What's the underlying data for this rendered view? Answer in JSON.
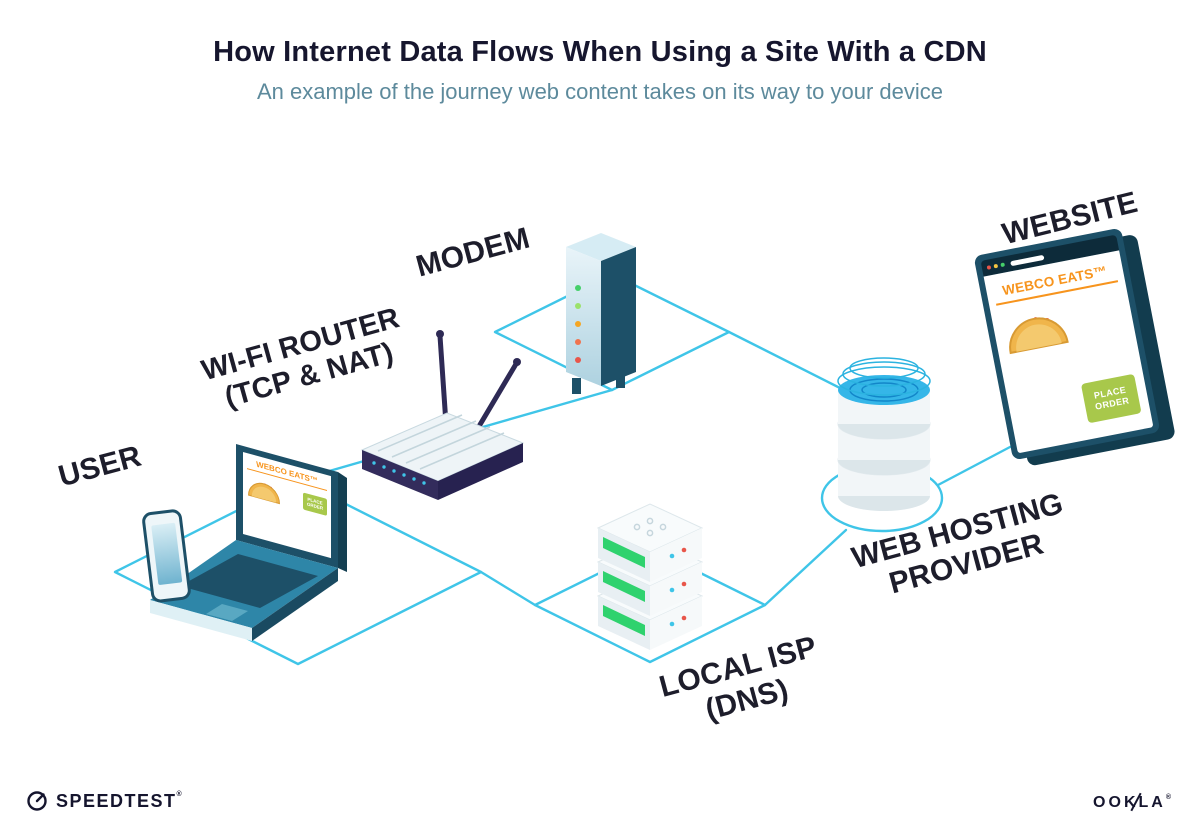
{
  "header": {
    "title": "How Internet Data Flows When Using a Site With a CDN",
    "subtitle": "An example of the journey web content takes on its way to your device"
  },
  "nodes": {
    "user": {
      "label": "USER"
    },
    "wifi_router": {
      "label": "WI-FI ROUTER",
      "sublabel": "(TCP & NAT)"
    },
    "modem": {
      "label": "MODEM"
    },
    "local_isp": {
      "label": "LOCAL ISP",
      "sublabel": "(DNS)"
    },
    "web_hosting": {
      "label": "WEB HOSTING",
      "sublabel": "PROVIDER"
    },
    "website": {
      "label": "WEBSITE"
    }
  },
  "website_window": {
    "brand": "WEBCO EATS™",
    "order_button": "PLACE ORDER"
  },
  "laptop_screen": {
    "brand": "WEBCO EATS™",
    "order_button": "PLACE ORDER"
  },
  "footer": {
    "speedtest_label": "SPEEDTEST",
    "speedtest_mark": "®",
    "ookla_label": "OOKLA",
    "ookla_mark": "®"
  },
  "colors": {
    "connection_line": "#3fc5e8",
    "title_text": "#16162e",
    "subtitle_text": "#5d8a9c",
    "label_text": "#1d1d2b",
    "teal_dark": "#1d5068",
    "teal_mid": "#2e86a8",
    "navy": "#2e2a55",
    "brand_orange": "#f7941d",
    "button_green": "#a8c84b",
    "led_green": "#2fd26e",
    "database_blue": "#35b6e8"
  }
}
